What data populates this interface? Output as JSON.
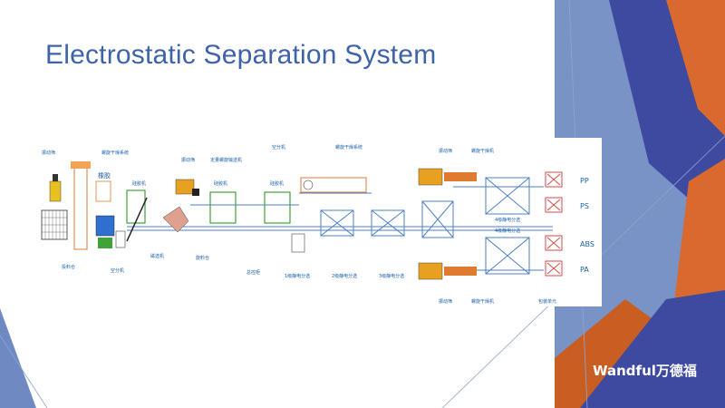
{
  "title": "Electrostatic Separation System",
  "brand": "Wandful万德福",
  "colors": {
    "accent_blue": "#3f63a8",
    "navy": "#3d4aa0",
    "orange": "#d9692e",
    "steel_blue": "#6f8ac2"
  },
  "diagram": {
    "labels": {
      "vibrator_1": "振动筛",
      "vibrator_2": "振动筛",
      "vibrator_3": "振动筛",
      "vibrator_4": "振动筛",
      "screw_dryer_system_1": "螺旋干燥系统",
      "screw_dryer_system_2": "螺旋干燥系统",
      "screw_dryer_1": "螺旋干燥机",
      "screw_dryer_2": "螺旋干燥机",
      "rubber": "橡胶",
      "hopper": "投料仓",
      "air_separator_1": "空分机",
      "air_separator_2": "空分机",
      "magnetic_separator": "磁选机",
      "silicone_1": "硅胶机",
      "silicone_2": "硅胶机",
      "silicone_3": "硅胶机",
      "fixed_screw_conveyor": "定量螺旋输送机",
      "feeding_bin": "旋料仓",
      "main_cabinet": "总控柜",
      "stage1": "1级静电分选",
      "stage2": "2级静电分选",
      "stage3": "3级静电分选",
      "stage4a": "4级静电分选",
      "stage4b": "4级静电分选",
      "packing_unit": "包装单元"
    },
    "outputs": [
      "PP",
      "PS",
      "ABS",
      "PA"
    ]
  }
}
